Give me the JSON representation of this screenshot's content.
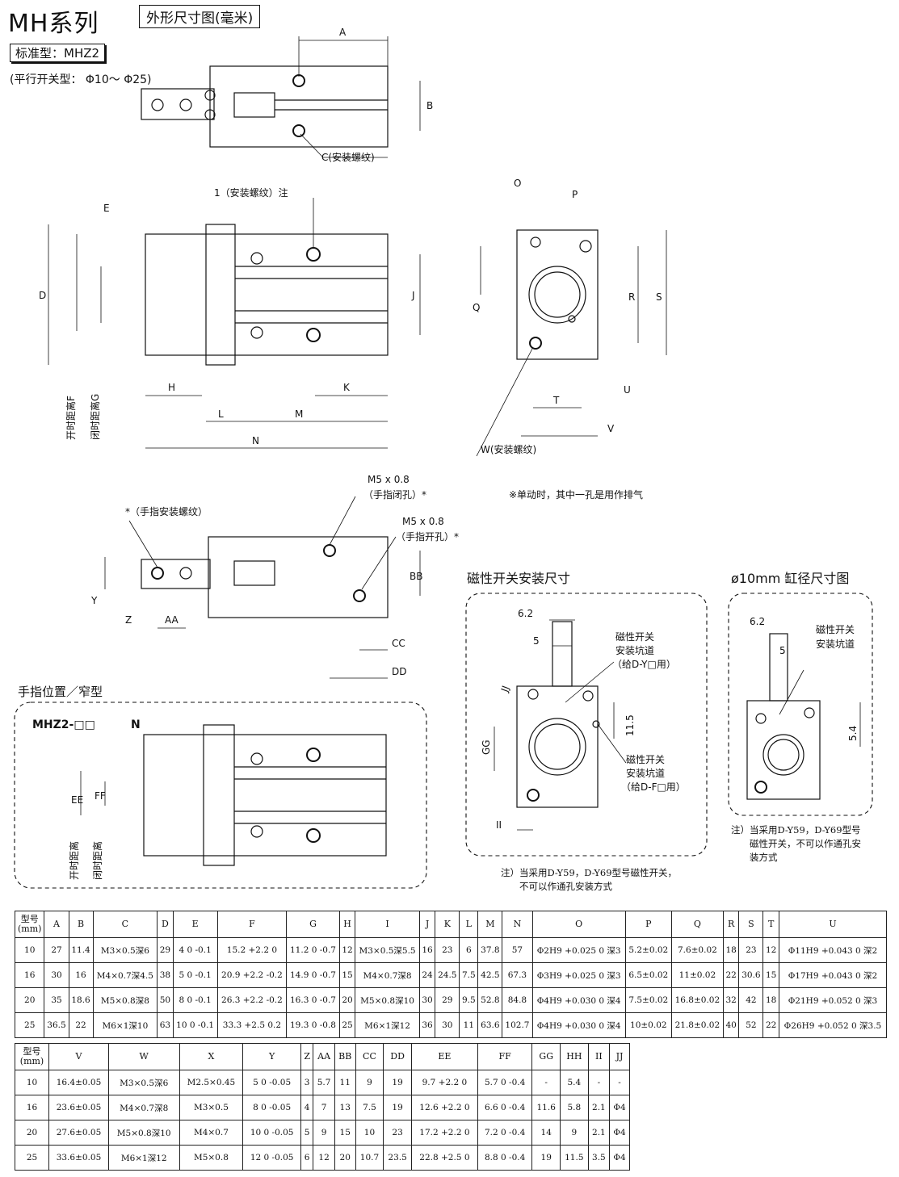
{
  "header": {
    "series": "MH系列",
    "subtitle": "外形尺寸图(毫米)",
    "standard": "标准型：MHZ2",
    "parallel": "(平行开关型： Φ10～ Φ25)"
  },
  "drawing_labels": {
    "A": "A",
    "B": "B",
    "C": "C(安装螺纹)",
    "mount1": "1（安装螺纹）注",
    "D": "D",
    "E": "E",
    "J": "J",
    "H": "H",
    "K": "K",
    "L": "L",
    "M": "M",
    "N": "N",
    "open_f": "开时距离F",
    "close_g": "闭时距离G",
    "O": "O",
    "P": "P",
    "Q": "Q",
    "R": "R",
    "S": "S",
    "T": "T",
    "U": "U",
    "V": "V",
    "W": "W(安装螺纹)",
    "m5_close": "M5 x 0.8",
    "close_hole": "（手指闭孔）*",
    "m5_open": "M5 x 0.8",
    "open_hole": "（手指开孔）*",
    "finger_thread": "*（手指安装螺纹）",
    "single_note": "※单动时，其中一孔是用作排气",
    "Y": "Y",
    "Z": "Z",
    "AA": "AA",
    "BB": "BB",
    "CC": "CC",
    "DD": "DD",
    "finger_pos": "手指位置／窄型",
    "mhz2n": "MHZ2-□□",
    "n": "N",
    "EE": "EE",
    "FF": "FF",
    "open_dist": "开时距离",
    "close_dist": "闭时距离",
    "mag_title": "磁性开关安装尺寸",
    "d62": "6.2",
    "d5": "5",
    "mag_groove_y": "磁性开关",
    "mag_groove_y2": "安装坑道",
    "mag_groove_y3": "（给D-Y□用）",
    "JJ": "JJ",
    "d115": "11.5",
    "GG": "GG",
    "II": "II",
    "mag_groove_f": "磁性开关",
    "mag_groove_f2": "安装坑道",
    "mag_groove_f3": "（给D-F□用）",
    "mag_note1": "注）当采用D-Y59，D-Y69型号磁性开关，",
    "mag_note2": "不可以作通孔安装方式",
    "bore_title": "ø10mm 缸径尺寸图",
    "b62": "6.2",
    "b5": "5",
    "b_groove": "磁性开关",
    "b_groove2": "安装坑道",
    "b54": "5.4",
    "bore_note1": "注）当采用D-Y59，D-Y69型号",
    "bore_note2": "磁性开关，不可以作通孔安",
    "bore_note3": "装方式"
  },
  "table1": {
    "headers": [
      "型号\n(mm)",
      "A",
      "B",
      "C",
      "D",
      "E",
      "F",
      "G",
      "H",
      "I",
      "J",
      "K",
      "L",
      "M",
      "N",
      "O",
      "P",
      "Q",
      "R",
      "S",
      "T",
      "U"
    ],
    "rows": [
      [
        "10",
        "27",
        "11.4",
        "M3×0.5深6",
        "29",
        "4 0 -0.1",
        "15.2 +2.2 0",
        "11.2 0 -0.7",
        "12",
        "M3×0.5深5.5",
        "16",
        "23",
        "6",
        "37.8",
        "57",
        "Φ2H9 +0.025 0 深3",
        "5.2±0.02",
        "7.6±0.02",
        "18",
        "23",
        "12",
        "Φ11H9 +0.043 0 深2"
      ],
      [
        "16",
        "30",
        "16",
        "M4×0.7深4.5",
        "38",
        "5 0 -0.1",
        "20.9 +2.2 -0.2",
        "14.9 0 -0.7",
        "15",
        "M4×0.7深8",
        "24",
        "24.5",
        "7.5",
        "42.5",
        "67.3",
        "Φ3H9 +0.025 0 深3",
        "6.5±0.02",
        "11±0.02",
        "22",
        "30.6",
        "15",
        "Φ17H9 +0.043 0 深2"
      ],
      [
        "20",
        "35",
        "18.6",
        "M5×0.8深8",
        "50",
        "8 0 -0.1",
        "26.3 +2.2 -0.2",
        "16.3 0 -0.7",
        "20",
        "M5×0.8深10",
        "30",
        "29",
        "9.5",
        "52.8",
        "84.8",
        "Φ4H9 +0.030 0 深4",
        "7.5±0.02",
        "16.8±0.02",
        "32",
        "42",
        "18",
        "Φ21H9 +0.052 0 深3"
      ],
      [
        "25",
        "36.5",
        "22",
        "M6×1深10",
        "63",
        "10 0 -0.1",
        "33.3 +2.5 0.2",
        "19.3 0 -0.8",
        "25",
        "M6×1深12",
        "36",
        "30",
        "11",
        "63.6",
        "102.7",
        "Φ4H9 +0.030 0 深4",
        "10±0.02",
        "21.8±0.02",
        "40",
        "52",
        "22",
        "Φ26H9 +0.052 0 深3.5"
      ]
    ]
  },
  "table2": {
    "headers": [
      "型号\n(mm)",
      "V",
      "W",
      "X",
      "Y",
      "Z",
      "AA",
      "BB",
      "CC",
      "DD",
      "EE",
      "FF",
      "GG",
      "HH",
      "II",
      "JJ"
    ],
    "rows": [
      [
        "10",
        "16.4±0.05",
        "M3×0.5深6",
        "M2.5×0.45",
        "5 0 -0.05",
        "3",
        "5.7",
        "11",
        "9",
        "19",
        "9.7 +2.2 0",
        "5.7 0 -0.4",
        "-",
        "5.4",
        "-",
        "-"
      ],
      [
        "16",
        "23.6±0.05",
        "M4×0.7深8",
        "M3×0.5",
        "8 0 -0.05",
        "4",
        "7",
        "13",
        "7.5",
        "19",
        "12.6 +2.2 0",
        "6.6 0 -0.4",
        "11.6",
        "5.8",
        "2.1",
        "Φ4"
      ],
      [
        "20",
        "27.6±0.05",
        "M5×0.8深10",
        "M4×0.7",
        "10 0 -0.05",
        "5",
        "9",
        "15",
        "10",
        "23",
        "17.2 +2.2 0",
        "7.2 0 -0.4",
        "14",
        "9",
        "2.1",
        "Φ4"
      ],
      [
        "25",
        "33.6±0.05",
        "M6×1深12",
        "M5×0.8",
        "12 0 -0.05",
        "6",
        "12",
        "20",
        "10.7",
        "23.5",
        "22.8 +2.5 0",
        "8.8 0 -0.4",
        "19",
        "11.5",
        "3.5",
        "Φ4"
      ]
    ]
  }
}
